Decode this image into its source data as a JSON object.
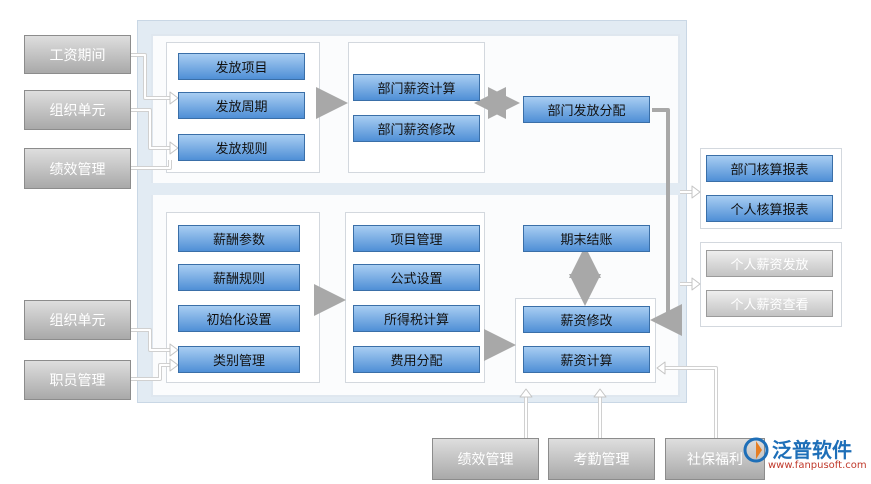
{
  "left_inputs_top": [
    "工资期间",
    "组织单元",
    "绩效管理"
  ],
  "left_inputs_bottom": [
    "组织单元",
    "职员管理"
  ],
  "top_col1": [
    "发放项目",
    "发放周期",
    "发放规则"
  ],
  "top_col2": [
    "部门薪资计算",
    "部门薪资修改"
  ],
  "top_dept_dist": "部门发放分配",
  "bottom_col1": [
    "薪酬参数",
    "薪酬规则",
    "初始化设置",
    "类别管理"
  ],
  "bottom_col2": [
    "项目管理",
    "公式设置",
    "所得税计算",
    "费用分配"
  ],
  "period_close": "期末结账",
  "bottom_col3": [
    "薪资修改",
    "薪资计算"
  ],
  "right_reports": [
    "部门核算报表",
    "个人核算报表"
  ],
  "right_personal": [
    "个人薪资发放",
    "个人薪资查看"
  ],
  "bottom_inputs": [
    "绩效管理",
    "考勤管理",
    "社保福利"
  ],
  "logo": {
    "name": "泛普软件",
    "url": "www.fanpusoft.com"
  },
  "colors": {
    "blue_box": "#5b9ae0",
    "gray_box": "#b3b3b3",
    "frame": "#e2ebf3"
  }
}
